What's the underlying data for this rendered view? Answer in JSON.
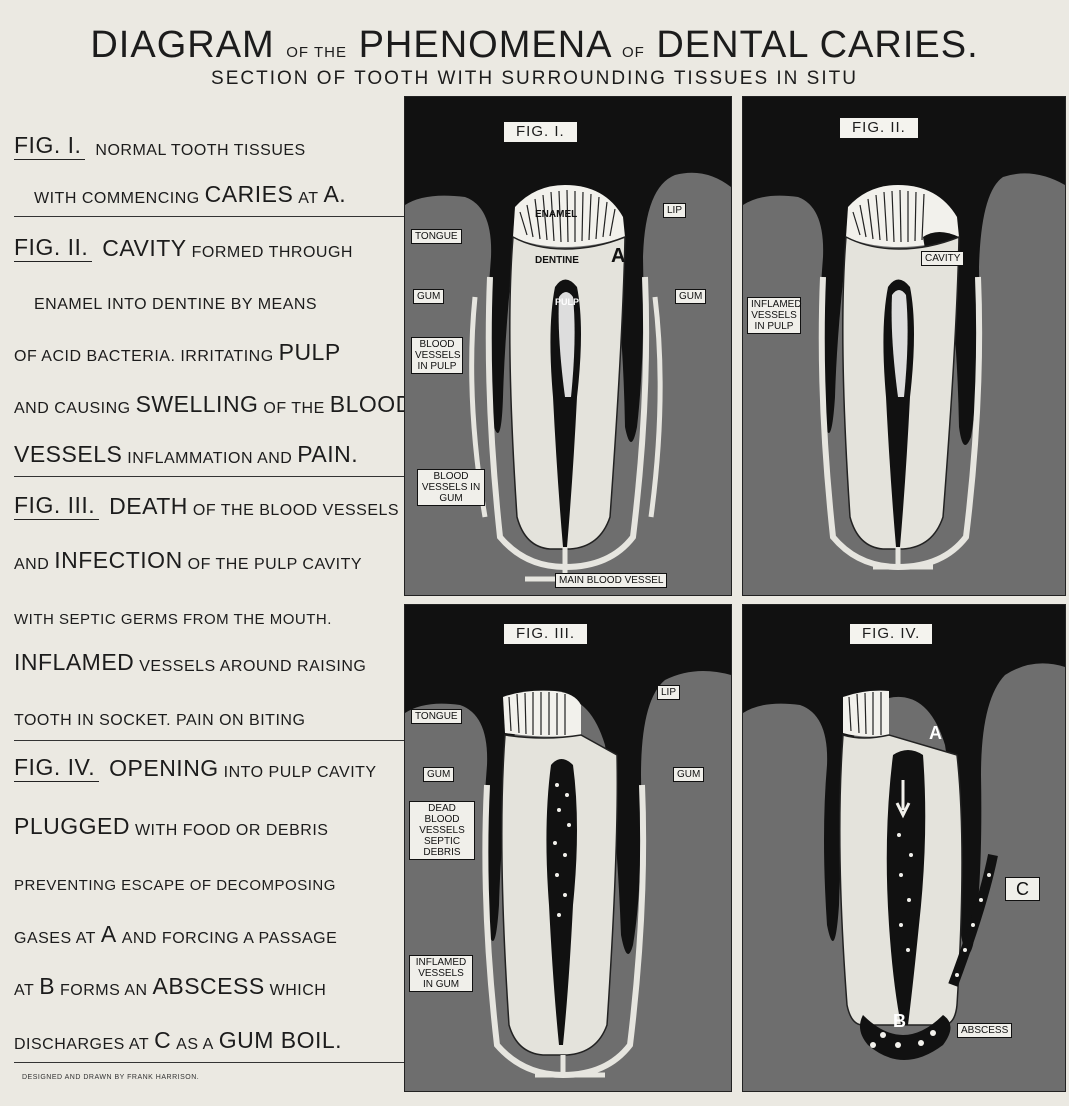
{
  "title": {
    "part1": "DIAGRAM",
    "part2": "OF THE",
    "part3": "PHENOMENA",
    "part4": "OF",
    "part5": "DENTAL CARIES.",
    "subtitle": "SECTION OF TOOTH WITH SURROUNDING TISSUES IN SITU"
  },
  "legend": {
    "l1_fig": "FIG. I.",
    "l1_text": "NORMAL TOOTH TISSUES",
    "l2_a": "WITH COMMENCING",
    "l2_b": "CARIES",
    "l2_c": "AT",
    "l2_d": "A.",
    "l3_fig": "FIG. II.",
    "l3_a": "CAVITY",
    "l3_b": "FORMED THROUGH",
    "l4": "ENAMEL INTO DENTINE BY MEANS",
    "l5_a": "OF ACID BACTERIA. IRRITATING",
    "l5_b": "PULP",
    "l6_a": "AND CAUSING",
    "l6_b": "SWELLING",
    "l6_c": "OF THE",
    "l6_d": "BLOOD",
    "l7_a": "VESSELS",
    "l7_b": "INFLAMMATION AND",
    "l7_c": "PAIN.",
    "l8_fig": "FIG. III.",
    "l8_a": "DEATH",
    "l8_b": "OF THE BLOOD VESSELS",
    "l9_a": "AND",
    "l9_b": "INFECTION",
    "l9_c": "OF THE PULP CAVITY",
    "l10": "WITH SEPTIC GERMS FROM THE MOUTH.",
    "l11_a": "INFLAMED",
    "l11_b": "VESSELS AROUND RAISING",
    "l12": "TOOTH IN SOCKET. PAIN ON BITING",
    "l13_fig": "FIG. IV.",
    "l13_a": "OPENING",
    "l13_b": "INTO PULP CAVITY",
    "l14_a": "PLUGGED",
    "l14_b": "WITH FOOD OR DEBRIS",
    "l15": "PREVENTING ESCAPE OF DECOMPOSING",
    "l16_a": "GASES AT",
    "l16_b": "A",
    "l16_c": "AND FORCING A PASSAGE",
    "l17_a": "AT",
    "l17_b": "B",
    "l17_c": "FORMS AN",
    "l17_d": "ABSCESS",
    "l17_e": "WHICH",
    "l18_a": "DISCHARGES AT",
    "l18_b": "C",
    "l18_c": "AS A",
    "l18_d": "GUM BOIL.",
    "credit": "DESIGNED AND DRAWN BY FRANK HARRISON."
  },
  "figures": {
    "fig1": {
      "label": "FIG. I.",
      "enamel": "ENAMEL",
      "dentine": "DENTINE",
      "a": "A",
      "pulp": "PULP",
      "lip": "LIP",
      "tongue": "TONGUE",
      "gum_left": "GUM",
      "gum_right": "GUM",
      "blood_vessels_pulp": "BLOOD VESSELS IN PULP",
      "blood_vessels_gum": "BLOOD VESSELS IN GUM",
      "main_vessel": "MAIN BLOOD VESSEL"
    },
    "fig2": {
      "label": "FIG. II.",
      "cavity": "CAVITY",
      "inflamed": "INFLAMED VESSELS IN PULP"
    },
    "fig3": {
      "label": "FIG. III.",
      "lip": "LIP",
      "tongue": "TONGUE",
      "gum_left": "GUM",
      "gum_right": "GUM",
      "dead": "DEAD BLOOD VESSELS SEPTIC DEBRIS",
      "inflamed": "INFLAMED VESSELS IN GUM"
    },
    "fig4": {
      "label": "FIG. IV.",
      "a": "A",
      "b": "B",
      "c": "C",
      "abscess": "ABSCESS"
    }
  }
}
